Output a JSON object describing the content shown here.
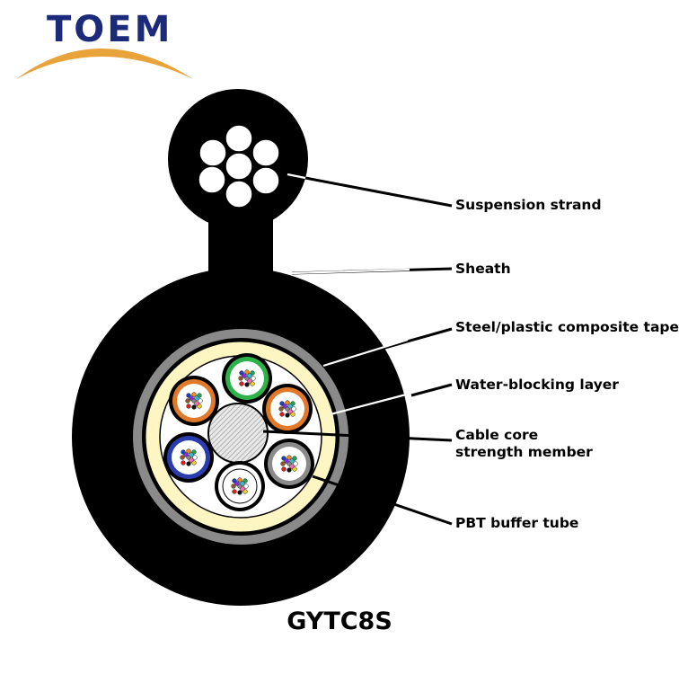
{
  "brand": {
    "logo_text": "TOEM",
    "logo_color": "#1c2a7a",
    "swoosh_color": "#e8a33a"
  },
  "labels": {
    "suspension_strand": "Suspension strand",
    "sheath": "Sheath",
    "composite_tape": "Steel/plastic composite tape",
    "water_blocking": "Water-blocking layer",
    "core_line1": "Cable core",
    "core_line2": "strength member",
    "pbt_tube": "PBT buffer tube"
  },
  "model": "GYTC8S",
  "colors": {
    "sheath": "#000000",
    "tape": "#8a8a8a",
    "water_blocking": "#fdf6c3",
    "tube_colors": [
      "#2db34a",
      "#e07a2a",
      "#e07a2a",
      "#2a3db0",
      "#ffffff",
      "#8a8a8a"
    ]
  }
}
